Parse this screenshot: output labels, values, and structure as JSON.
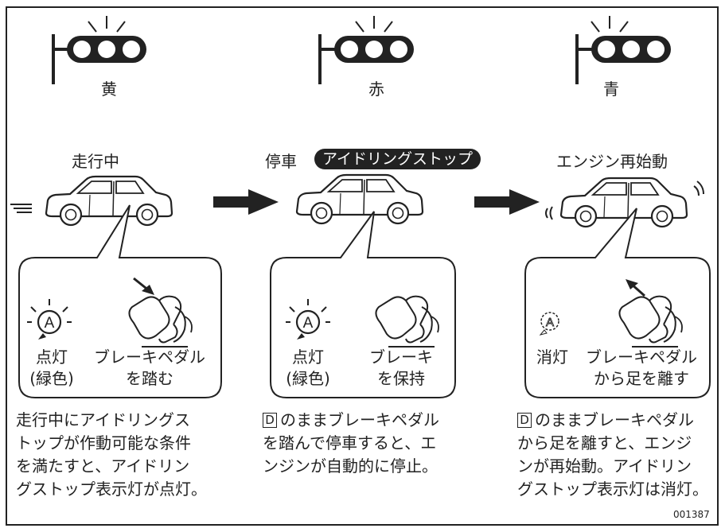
{
  "signals": [
    {
      "color_label": "黄",
      "lit": "middle"
    },
    {
      "color_label": "赤",
      "lit": "left"
    },
    {
      "color_label": "青",
      "lit": "left"
    }
  ],
  "stages": [
    {
      "title": "走行中"
    },
    {
      "title": "停車",
      "badge": "アイドリングストップ"
    },
    {
      "title": "エンジン再始動"
    }
  ],
  "balloons": [
    {
      "lamp_line1": "点灯",
      "lamp_line2": "(緑色)",
      "pedal_line1": "ブレーキペダル",
      "pedal_line2": "を踏む"
    },
    {
      "lamp_line1": "点灯",
      "lamp_line2": "(緑色)",
      "pedal_line1": "ブレーキ",
      "pedal_line2": "を保持"
    },
    {
      "lamp_line1": "消灯",
      "pedal_line1": "ブレーキペダル",
      "pedal_line2": "から足を離す"
    }
  ],
  "descriptions": [
    {
      "lines": [
        "走行中にアイドリングス",
        "トップが作動可能な条件",
        "を満たすと、アイドリン",
        "グストップ表示灯が点灯。"
      ]
    },
    {
      "gear": "D",
      "lines": [
        "のままブレーキペダル",
        "を踏んで停車すると、エ",
        "ンジンが自動的に停止。"
      ]
    },
    {
      "gear": "D",
      "lines": [
        "のままブレーキペダル",
        "から足を離すと、エンジ",
        "ンが再始動。アイドリン",
        "グストップ表示灯は消灯。"
      ]
    }
  ],
  "lamp_symbol": "A",
  "figure_code": "001387"
}
